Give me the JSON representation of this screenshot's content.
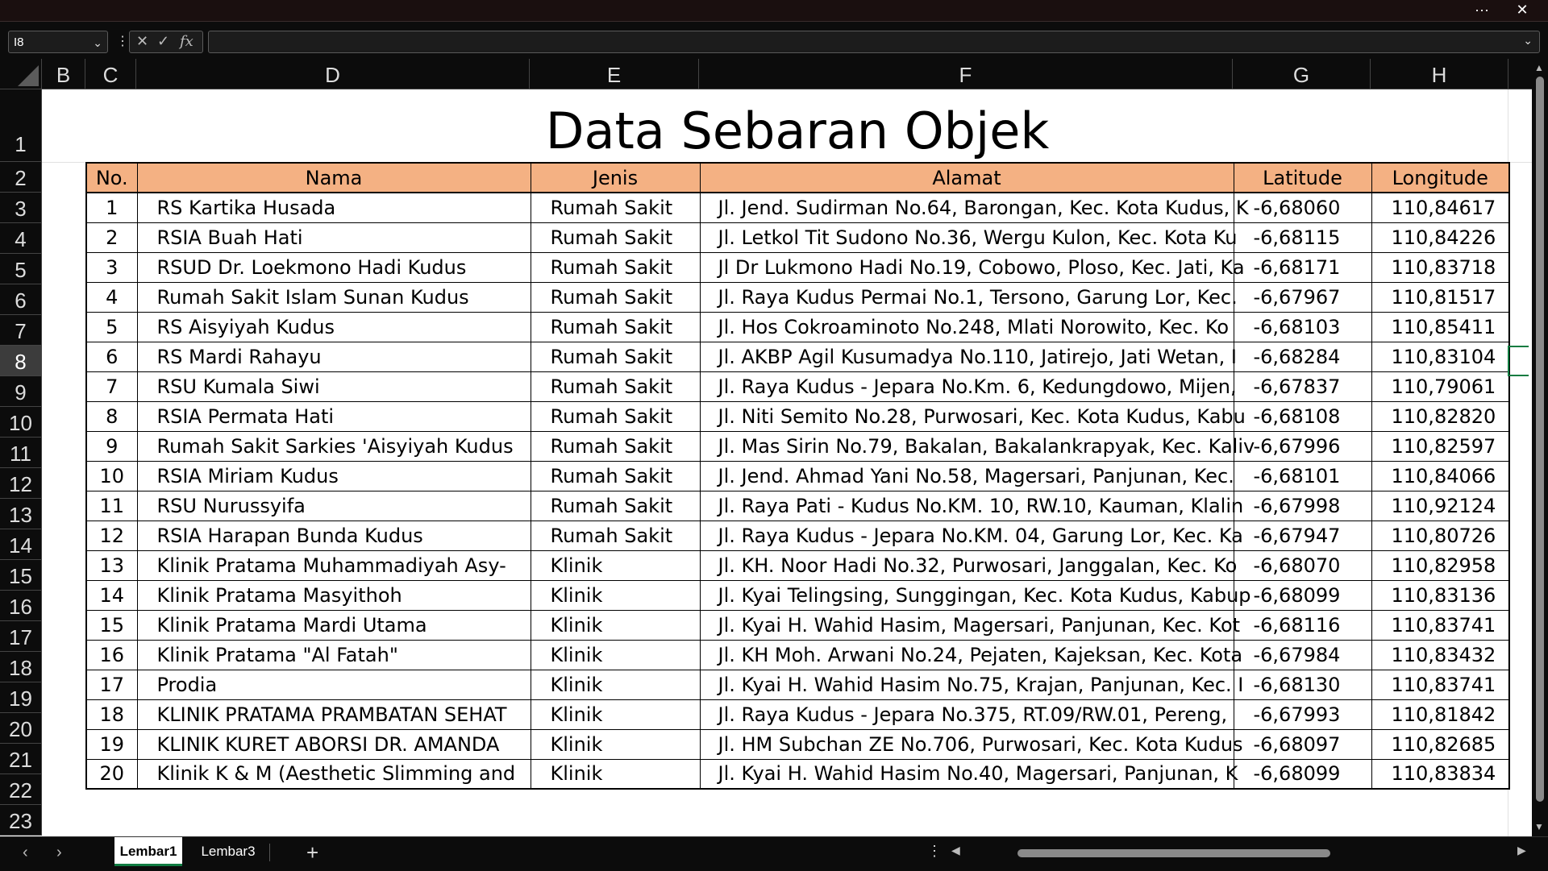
{
  "window": {
    "more_label": "···",
    "close_label": "✕"
  },
  "formula_bar": {
    "name_box": "I8",
    "formula": ""
  },
  "columns": [
    "B",
    "C",
    "D",
    "E",
    "F",
    "G",
    "H"
  ],
  "rows": [
    "1",
    "2",
    "3",
    "4",
    "5",
    "6",
    "7",
    "8",
    "9",
    "10",
    "11",
    "12",
    "13",
    "14",
    "15",
    "16",
    "17",
    "18",
    "19",
    "20",
    "21",
    "22",
    "23"
  ],
  "selected_row": "8",
  "sheet": {
    "title": "Data Sebaran Objek",
    "headers": [
      "No.",
      "Nama",
      "Jenis",
      "Alamat",
      "Latitude",
      "Longitude"
    ],
    "header_color": "#f4b183",
    "data": [
      [
        "1",
        "RS Kartika Husada",
        "Rumah Sakit",
        "Jl. Jend. Sudirman No.64, Barongan, Kec. Kota Kudus, K",
        "-6,68060",
        "110,84617"
      ],
      [
        "2",
        "RSIA Buah Hati",
        "Rumah Sakit",
        "Jl. Letkol Tit Sudono No.36, Wergu Kulon, Kec. Kota Ku",
        "-6,68115",
        "110,84226"
      ],
      [
        "3",
        "RSUD Dr. Loekmono Hadi Kudus",
        "Rumah Sakit",
        "Jl Dr Lukmono Hadi No.19, Cobowo, Ploso, Kec. Jati, Ka",
        "-6,68171",
        "110,83718"
      ],
      [
        "4",
        "Rumah Sakit Islam Sunan Kudus",
        "Rumah Sakit",
        "Jl. Raya Kudus Permai No.1, Tersono, Garung Lor, Kec.",
        "-6,67967",
        "110,81517"
      ],
      [
        "5",
        "RS Aisyiyah Kudus",
        "Rumah Sakit",
        "Jl. Hos Cokroaminoto No.248, Mlati Norowito, Kec. Ko",
        "-6,68103",
        "110,85411"
      ],
      [
        "6",
        "RS Mardi Rahayu",
        "Rumah Sakit",
        "Jl. AKBP Agil Kusumadya No.110, Jatirejo, Jati Wetan, I",
        "-6,68284",
        "110,83104"
      ],
      [
        "7",
        "RSU Kumala Siwi",
        "Rumah Sakit",
        "Jl. Raya Kudus - Jepara No.Km. 6, Kedungdowo, Mijen,",
        "-6,67837",
        "110,79061"
      ],
      [
        "8",
        "RSIA Permata Hati",
        "Rumah Sakit",
        "Jl. Niti Semito No.28, Purwosari, Kec. Kota Kudus, Kabu",
        "-6,68108",
        "110,82820"
      ],
      [
        "9",
        "Rumah Sakit Sarkies 'Aisyiyah Kudus",
        "Rumah Sakit",
        "Jl. Mas Sirin No.79, Bakalan, Bakalankrapyak, Kec. Kaliv",
        "-6,67996",
        "110,82597"
      ],
      [
        "10",
        "RSIA Miriam Kudus",
        "Rumah Sakit",
        "Jl. Jend. Ahmad Yani No.58, Magersari, Panjunan, Kec.",
        "-6,68101",
        "110,84066"
      ],
      [
        "11",
        "RSU Nurussyifa",
        "Rumah Sakit",
        "Jl. Raya Pati - Kudus No.KM. 10, RW.10, Kauman, Klalin",
        "-6,67998",
        "110,92124"
      ],
      [
        "12",
        "RSIA Harapan Bunda Kudus",
        "Rumah Sakit",
        "Jl. Raya Kudus - Jepara No.KM. 04, Garung Lor, Kec. Ka",
        "-6,67947",
        "110,80726"
      ],
      [
        "13",
        "Klinik Pratama Muhammadiyah Asy-",
        "Klinik",
        "Jl. KH. Noor Hadi No.32, Purwosari, Janggalan, Kec. Ko",
        "-6,68070",
        "110,82958"
      ],
      [
        "14",
        "Klinik Pratama Masyithoh",
        "Klinik",
        "Jl. Kyai Telingsing, Sunggingan, Kec. Kota Kudus, Kabup",
        "-6,68099",
        "110,83136"
      ],
      [
        "15",
        "Klinik Pratama Mardi Utama",
        "Klinik",
        "Jl. Kyai H. Wahid Hasim, Magersari, Panjunan, Kec. Kot",
        "-6,68116",
        "110,83741"
      ],
      [
        "16",
        "Klinik Pratama \"Al Fatah\"",
        "Klinik",
        "Jl. KH Moh. Arwani No.24, Pejaten, Kajeksan, Kec. Kota",
        "-6,67984",
        "110,83432"
      ],
      [
        "17",
        "Prodia",
        "Klinik",
        "Jl. Kyai H. Wahid Hasim No.75, Krajan, Panjunan, Kec. I",
        "-6,68130",
        "110,83741"
      ],
      [
        "18",
        "KLINIK PRATAMA PRAMBATAN SEHAT",
        "Klinik",
        "Jl. Raya Kudus - Jepara No.375, RT.09/RW.01, Pereng,",
        "-6,67993",
        "110,81842"
      ],
      [
        "19",
        "KLINIK KURET ABORSI DR. AMANDA",
        "Klinik",
        "Jl. HM Subchan ZE No.706, Purwosari, Kec. Kota Kudus",
        "-6,68097",
        "110,82685"
      ],
      [
        "20",
        "Klinik K & M (Aesthetic Slimming and",
        "Klinik",
        "Jl. Kyai H. Wahid Hasim No.40, Magersari, Panjunan, K",
        "-6,68099",
        "110,83834"
      ]
    ]
  },
  "tabs": [
    {
      "label": "Lembar1",
      "active": true
    },
    {
      "label": "Lembar3",
      "active": false
    }
  ],
  "add_sheet_label": "+",
  "accent_color": "#107c41"
}
